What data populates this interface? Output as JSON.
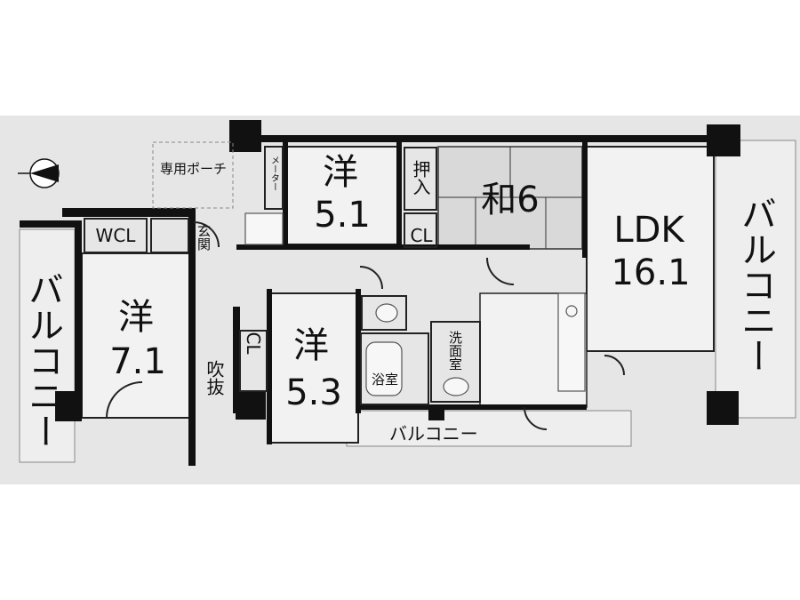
{
  "rooms": {
    "western_1": {
      "name": "洋",
      "size": "5.1"
    },
    "western_2": {
      "name": "洋",
      "size": "7.1"
    },
    "western_3": {
      "name": "洋",
      "size": "5.3"
    },
    "japanese": {
      "label": "和6"
    },
    "ldk": {
      "name": "LDK",
      "size": "16.1"
    },
    "wcl": "WCL",
    "cl_1": "CL",
    "cl_2": "CL",
    "closet_oshiire": "押入",
    "entrance": "玄関",
    "private_porch": "専用ポーチ",
    "meter_box": "メーター",
    "bath": "浴室",
    "washroom": "洗面室",
    "fukinuke": "吹抜",
    "balcony_right": "バルコニー",
    "balcony_left": "バルコニー",
    "balcony_bottom": "バルコニー"
  },
  "colors": {
    "background": "#ffffff",
    "floor": "#e6e6e6",
    "wall": "#111111",
    "japanese_room": "#d9d9d9"
  }
}
